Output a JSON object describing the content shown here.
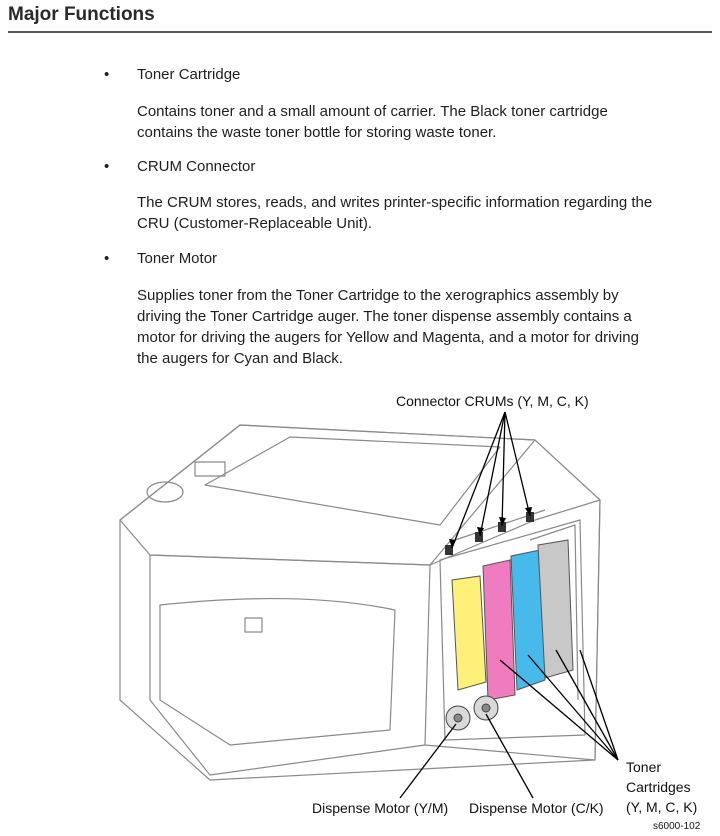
{
  "heading": "Major Functions",
  "items": [
    {
      "bullet": "•",
      "title": "Toner Cartridge",
      "lines": [
        "Contains toner and a small amount of carrier. The Black toner cartridge",
        "contains the waste toner bottle for storing waste toner."
      ]
    },
    {
      "bullet": "•",
      "title": "CRUM Connector",
      "lines": [
        "The CRUM stores, reads, and writes printer-specific information regarding the",
        "CRU (Customer-Replaceable Unit)."
      ]
    },
    {
      "bullet": "•",
      "title": "Toner Motor",
      "lines": [
        "Supplies toner from the Toner Cartridge to the xerographics assembly by",
        "driving the Toner Cartridge auger. The toner dispense assembly contains a",
        "motor for driving the augers for Yellow and Magenta, and a motor for driving",
        "the augers for Cyan and Black."
      ]
    }
  ],
  "figure": {
    "callouts": {
      "crums": "Connector CRUMs (Y, M, C, K)",
      "cartridges": [
        "Toner",
        "Cartridges",
        "(Y, M, C, K)"
      ],
      "motor_ym": "Dispense Motor (Y/M)",
      "motor_ck": "Dispense Motor (C/K)"
    },
    "figure_id": "s6000-102",
    "colors": {
      "yellow": "#fff07a",
      "magenta": "#f07cc0",
      "cyan": "#47b9ea",
      "black": "#c8c8c8"
    }
  }
}
